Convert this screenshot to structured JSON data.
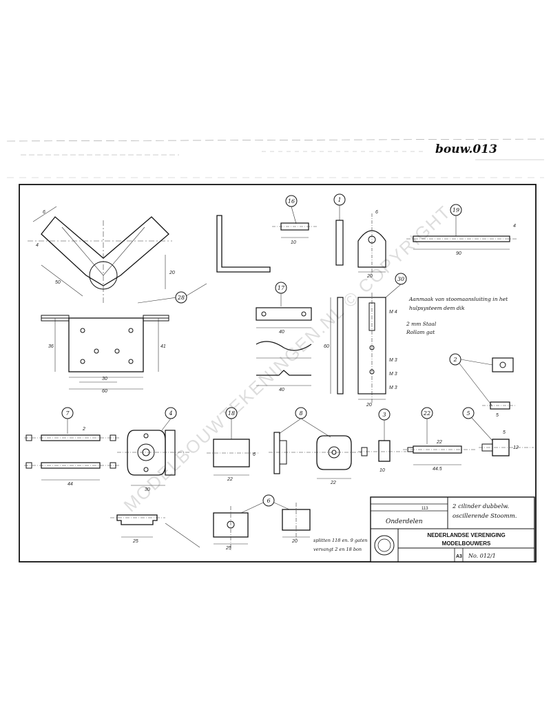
{
  "corner_code": "bouw.013",
  "watermark_text": "MODELBOUWTEKENINGEN.NL © COPYRIGHT",
  "part_bubbles": [
    "16",
    "1",
    "28",
    "19",
    "17",
    "30",
    "2",
    "7",
    "4",
    "18",
    "8",
    "3",
    "22",
    "5",
    "6"
  ],
  "notes": {
    "note_right_1_line1": "Aanmaak van stoomaansluiting in het",
    "note_right_1_line2": "hulpsysteem    dem dik",
    "note_right_2_line1": "2 mm Staal",
    "note_right_2_line2": "Rollam gat",
    "note_bottom_line1": "splitten 118 en. 9 gaten",
    "note_bottom_line2": "vervangt 2 en 18 bon"
  },
  "title_block": {
    "small_field_1": "113",
    "parts_title": "Onderdelen",
    "drawing_title_line1": "2 cilinder dubbelw.",
    "drawing_title_line2": "oscillerende Stoomm.",
    "org_line1": "NEDERLANDSE VERENIGING",
    "org_line2": "MODELBOUWERS",
    "sheet_size": "A3",
    "drawing_number": "No. 012/1"
  }
}
